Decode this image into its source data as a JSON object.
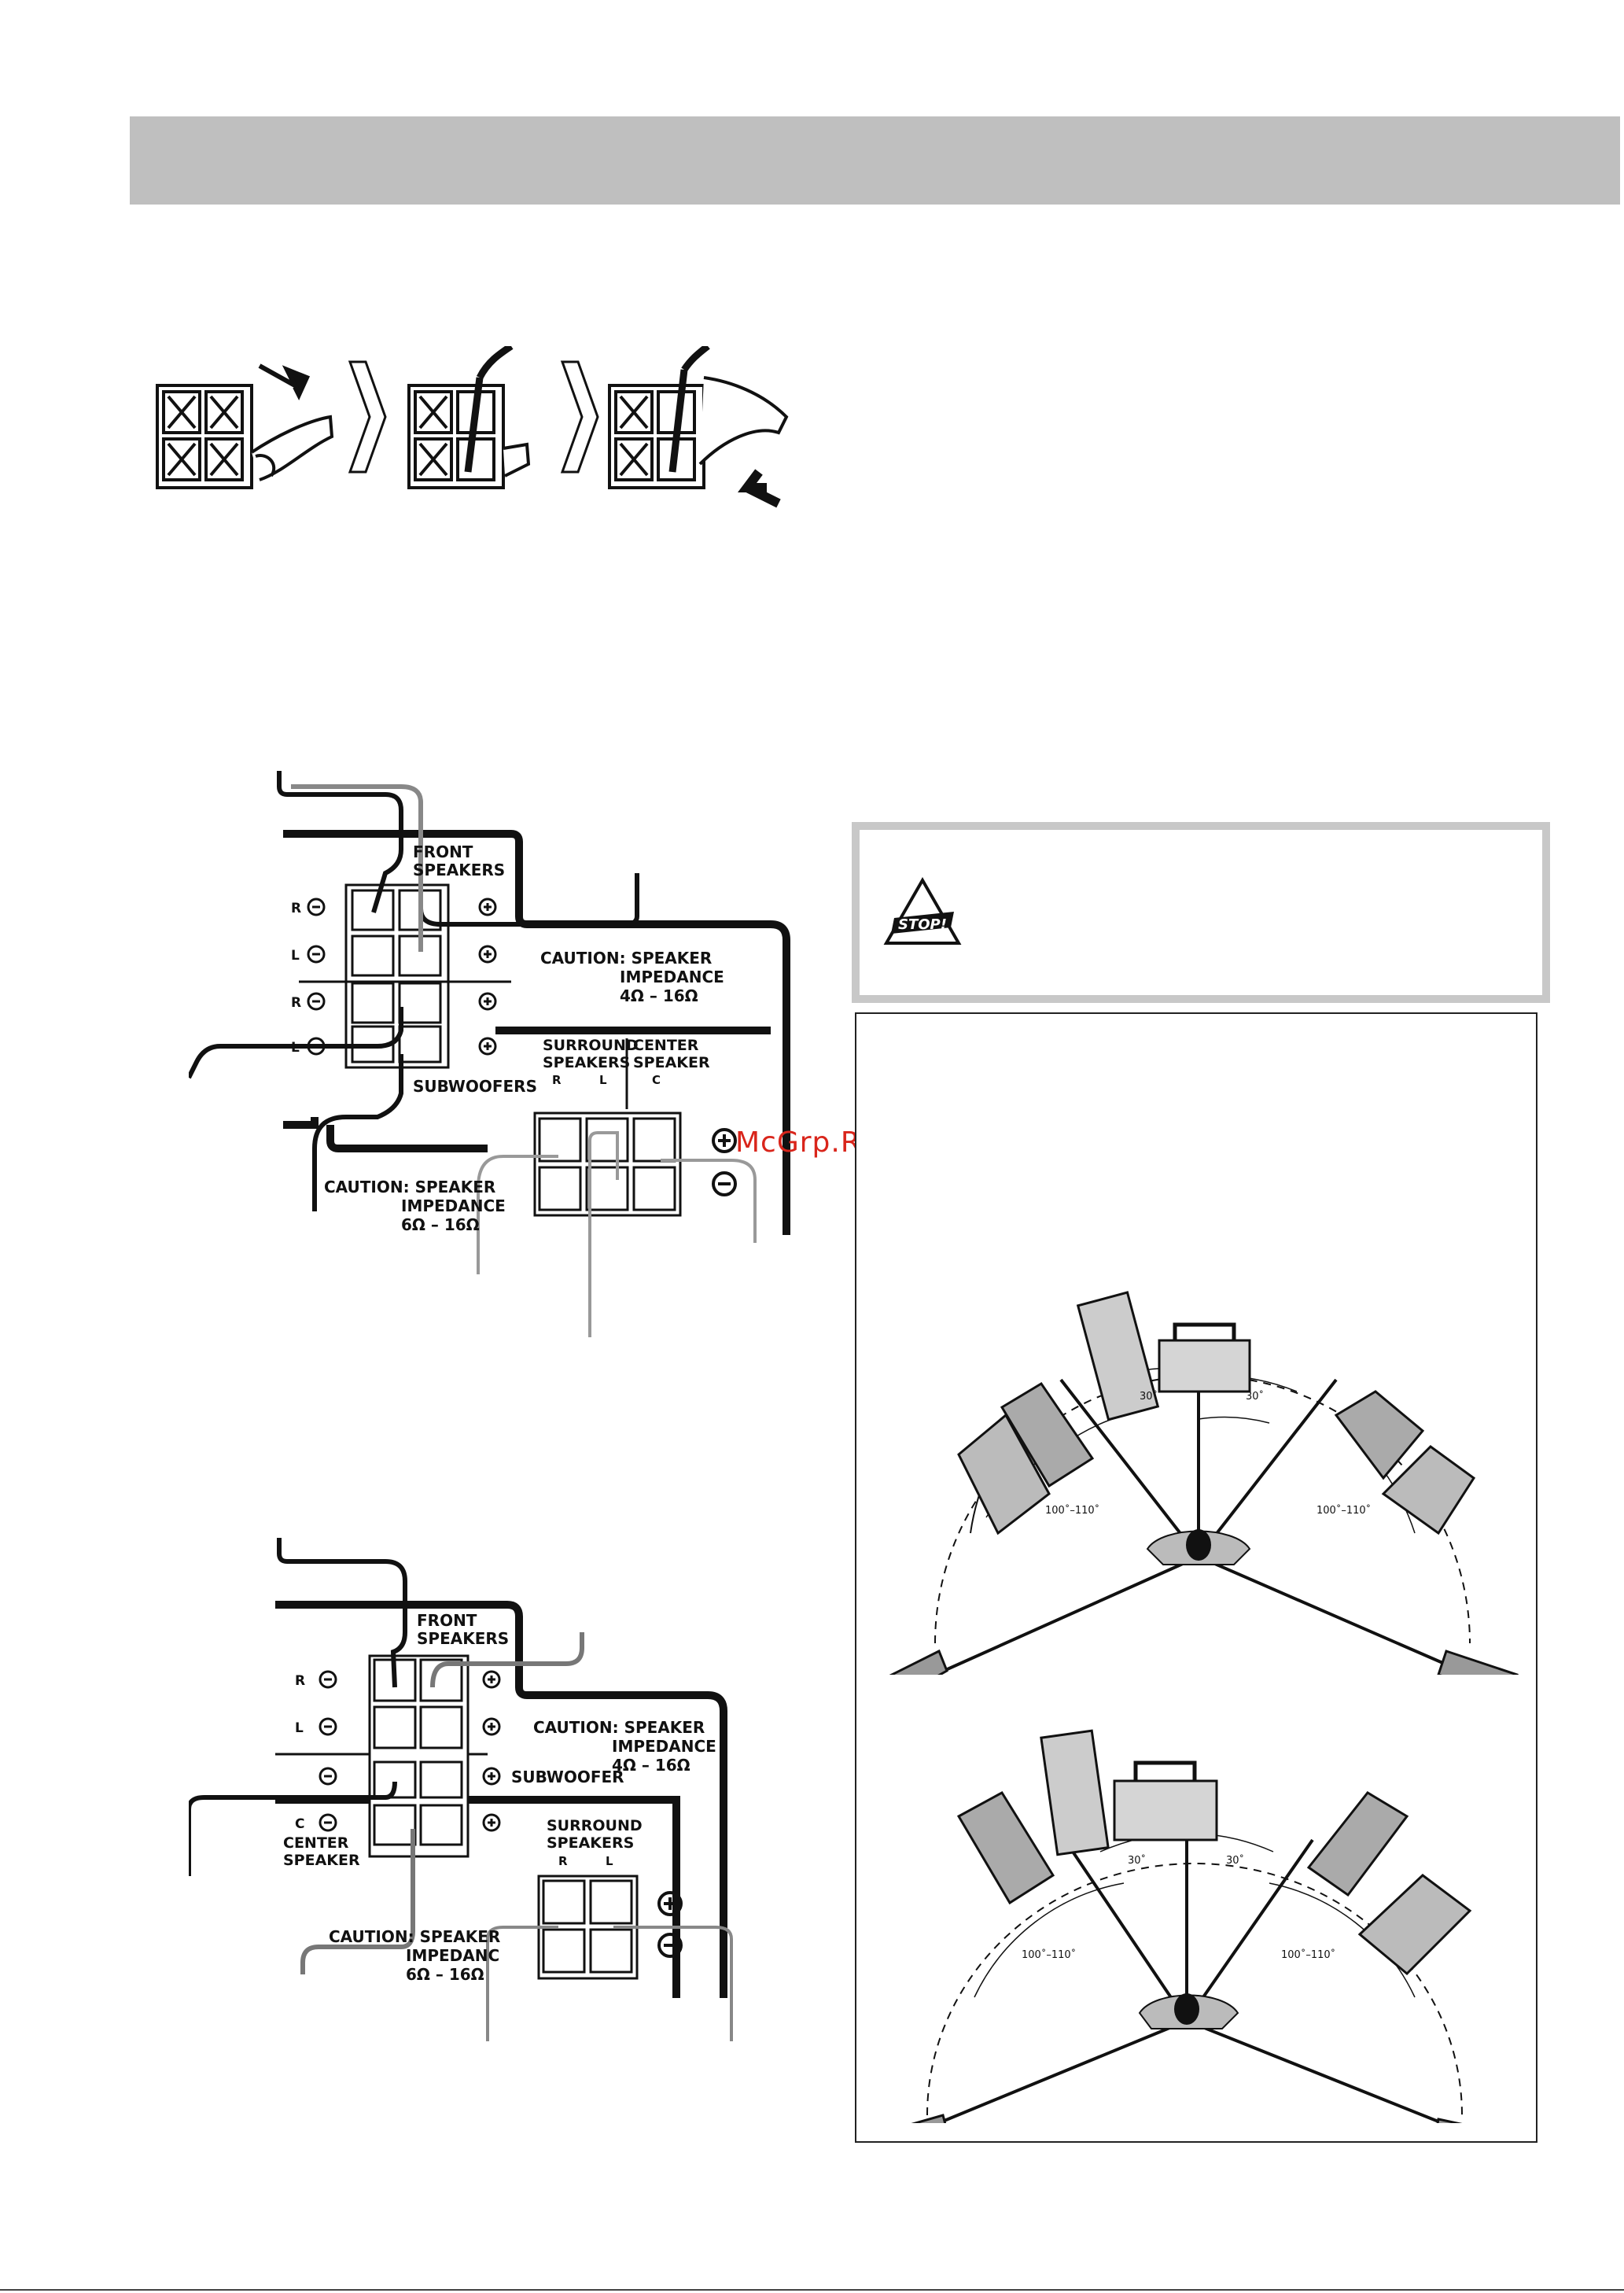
{
  "watermark": "McGrp.Ru",
  "colors": {
    "header_bar": "#bfbfbf",
    "watermark": "#d9251b",
    "caution_border": "#c8c8c8"
  },
  "icons": {
    "stop_sign": "stop-warning-icon",
    "arrow": "push-arrow-icon"
  },
  "diagram1": {
    "front_speakers": [
      "FRONT",
      "SPEAKERS"
    ],
    "caution_top": [
      "CAUTION: SPEAKER",
      "IMPEDANCE",
      "4Ω  –  16Ω"
    ],
    "subwoofers": "SUBWOOFERS",
    "surround": [
      "SURROUND",
      "SPEAKERS"
    ],
    "center": [
      "CENTER",
      "SPEAKER"
    ],
    "surround_rl": [
      "R",
      "L"
    ],
    "center_c": "C",
    "caution_bottom": [
      "CAUTION: SPEAKER",
      "IMPEDANCE",
      "6Ω  –  16Ω"
    ],
    "terminal_labels": [
      "R",
      "L",
      "R",
      "L"
    ]
  },
  "diagram2": {
    "front_speakers": [
      "FRONT",
      "SPEAKERS"
    ],
    "caution_top": [
      "CAUTION: SPEAKER",
      "IMPEDANCE",
      "4Ω  –  16Ω"
    ],
    "subwoofer": "SUBWOOFER",
    "center_speaker": [
      "CENTER",
      "SPEAKER"
    ],
    "surround": [
      "SURROUND",
      "SPEAKERS"
    ],
    "surround_rl": [
      "R",
      "L"
    ],
    "caution_bottom": [
      "CAUTION: SPEAKER",
      "IMPEDANC",
      "6Ω  –  16Ω"
    ],
    "terminal_labels": [
      "R",
      "L",
      "",
      "C"
    ]
  },
  "stop_text": "STOP!",
  "layout_top": {
    "angle_front": "30˚",
    "angle_side": "100˚–110˚"
  },
  "layout_bottom": {
    "angle_front": "30˚",
    "angle_side": "100˚–110˚"
  }
}
